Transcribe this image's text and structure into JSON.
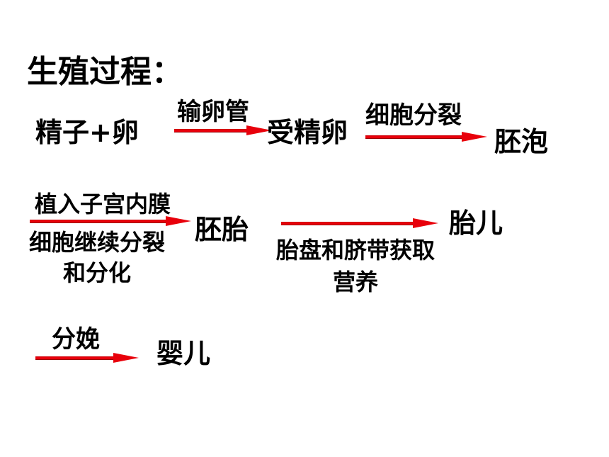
{
  "title": "生殖过程：",
  "row1": {
    "start": "精子+卵",
    "arrow1_label": "输卵管",
    "mid": "受精卵",
    "arrow2_label": "细胞分裂",
    "end": "胚泡"
  },
  "row2": {
    "arrow1_label_top": "植入子宫内膜",
    "arrow1_label_bottom_1": "细胞继续分裂",
    "arrow1_label_bottom_2": "和分化",
    "mid": "胚胎",
    "arrow2_label_1": "胎盘和脐带获取",
    "arrow2_label_2": "营养",
    "end": "胎儿"
  },
  "row3": {
    "arrow_label": "分娩",
    "end": "婴儿"
  },
  "colors": {
    "arrow": "#e8000b",
    "text": "#000000",
    "background": "#ffffff"
  }
}
